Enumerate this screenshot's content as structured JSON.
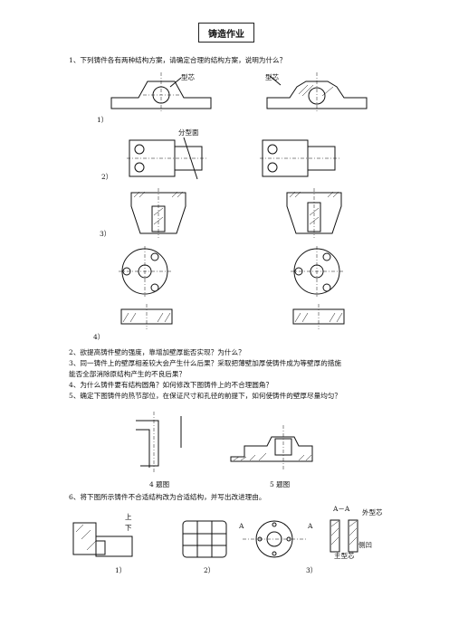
{
  "title": "铸造作业",
  "q1": "1、下列铸件各有两种结构方案，请确定合理的结构方案，说明为什么？",
  "q1_labels": [
    "1）",
    "2）",
    "3）",
    "4）"
  ],
  "fig_text": {
    "core1": "型芯",
    "core2": "型芯",
    "parting": "分型面"
  },
  "q2": "2、欲提高铸件壁的强度，靠增加壁厚能否实现？为什么？",
  "q3a": "3、同一铸件上的壁厚相差较大会产生什么后果？采取把薄壁加厚使铸件成为等壁厚的措施",
  "q3b": "能否全部消除原结构产生的不良后果？",
  "q4": "4、为什么铸件要有结构圆角？如何修改下图铸件上的不合理圆角？",
  "q5": "5、确定下图铸件的热节部位，在保证尺寸和孔径的前提下，如何使铸件的壁厚尽量均匀？",
  "caption4": "4 题图",
  "caption5": "5 题图",
  "q6": "6、将下图所示铸件不合适结构改为合适结构，并写出改进理由。",
  "q6_labels": [
    "1）",
    "2）",
    "3）"
  ],
  "fig6": {
    "up": "上",
    "down": "下",
    "section": "A－A",
    "outer_core": "外型芯",
    "lug": "侧凹",
    "main_core": "主型芯",
    "a_left": "A",
    "a_right": "A"
  }
}
